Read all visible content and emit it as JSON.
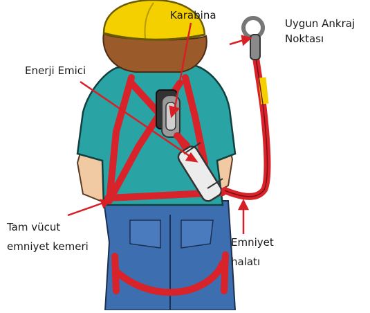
{
  "labels": {
    "karabina": "Karabina",
    "ankraj_line1": "Uygun Ankraj",
    "ankraj_line2": "Noktası",
    "enerji": "Enerji Emici",
    "kemer_line1": "Tam vücut",
    "kemer_line2": "emniyet kemeri",
    "halat_line1": "Emniyet",
    "halat_line2": "halatı"
  },
  "colors": {
    "helmet": "#f5d000",
    "hair": "#9a5a2a",
    "skin": "#f1c9a3",
    "shirt": "#29a3a3",
    "jeans": "#3d6eb0",
    "harness": "#d8232a",
    "absorber": "#ececec",
    "metal": "#8a8a8a",
    "pointer": "#d81f26"
  }
}
